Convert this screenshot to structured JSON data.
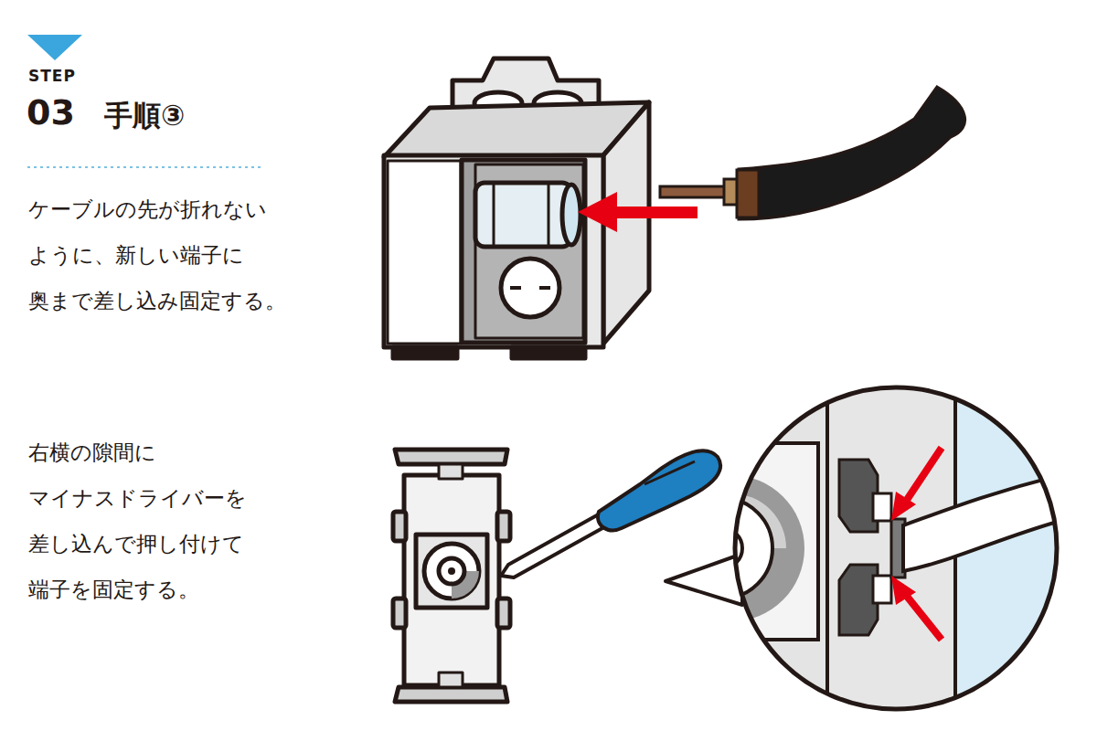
{
  "diagram": {
    "title": "手順③",
    "labels": [
      "STEP",
      "03",
      "ケーブルの先が折れない ように、新しい端子に 奥まで差し込み固定する。",
      "右横の隙間に マイナスドライバーを 差し込んで押し付けて 端子を固定する。"
    ]
  }
}
